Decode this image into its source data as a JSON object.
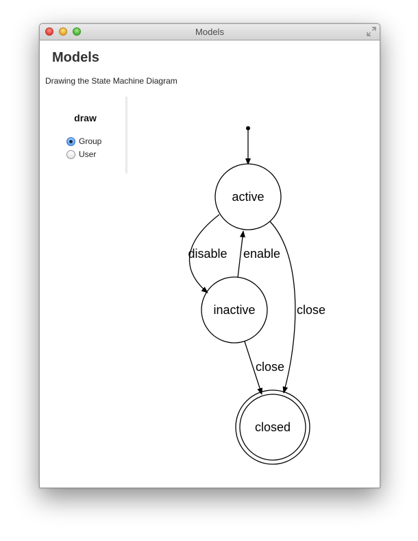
{
  "window": {
    "title": "Models"
  },
  "page": {
    "title": "Models",
    "subtitle": "Drawing the State Machine Diagram"
  },
  "controls": {
    "heading": "draw",
    "selected": "Group",
    "options": [
      {
        "label": "Group",
        "checked": true
      },
      {
        "label": "User",
        "checked": false
      }
    ]
  },
  "diagram": {
    "states": [
      {
        "id": "active",
        "label": "active",
        "final": false
      },
      {
        "id": "inactive",
        "label": "inactive",
        "final": false
      },
      {
        "id": "closed",
        "label": "closed",
        "final": true
      }
    ],
    "transitions": [
      {
        "from": "initial",
        "to": "active",
        "label": ""
      },
      {
        "from": "active",
        "to": "inactive",
        "label": "disable"
      },
      {
        "from": "inactive",
        "to": "active",
        "label": "enable"
      },
      {
        "from": "active",
        "to": "closed",
        "label": "close"
      },
      {
        "from": "inactive",
        "to": "closed",
        "label": "close"
      }
    ]
  }
}
